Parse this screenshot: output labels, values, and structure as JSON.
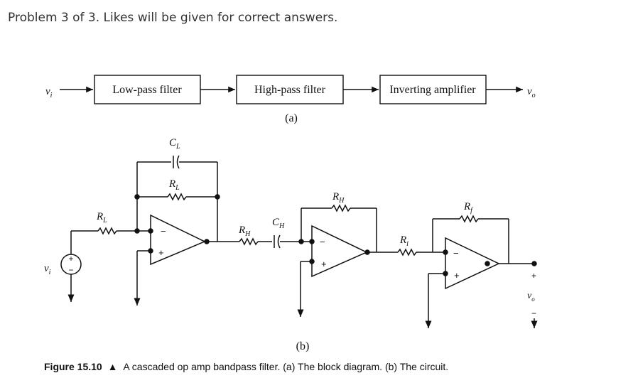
{
  "problem": {
    "title": "Problem 3 of 3. Likes will be given for correct answers."
  },
  "block_diagram": {
    "input_label": "v",
    "input_sub": "i",
    "blocks": [
      "Low-pass filter",
      "High-pass filter",
      "Inverting amplifier"
    ],
    "output_label": "v",
    "output_sub": "o",
    "part_label": "(a)"
  },
  "circuit": {
    "components": {
      "cl": {
        "main": "C",
        "sub": "L"
      },
      "rl_feedback": {
        "main": "R",
        "sub": "L"
      },
      "rl_input": {
        "main": "R",
        "sub": "L"
      },
      "rh_feedback": {
        "main": "R",
        "sub": "H"
      },
      "rh_input": {
        "main": "R",
        "sub": "H"
      },
      "ch": {
        "main": "C",
        "sub": "H"
      },
      "ri": {
        "main": "R",
        "sub": "i"
      },
      "rf": {
        "main": "R",
        "sub": "f"
      }
    },
    "source_label": "v",
    "source_sub": "i",
    "output_label": "v",
    "output_sub": "o",
    "plus": "+",
    "minus": "−",
    "part_label": "(b)"
  },
  "caption": {
    "prefix": "Figure 15.10",
    "marker": "▲",
    "text": "A cascaded op amp bandpass filter. (a) The block diagram. (b) The circuit."
  }
}
